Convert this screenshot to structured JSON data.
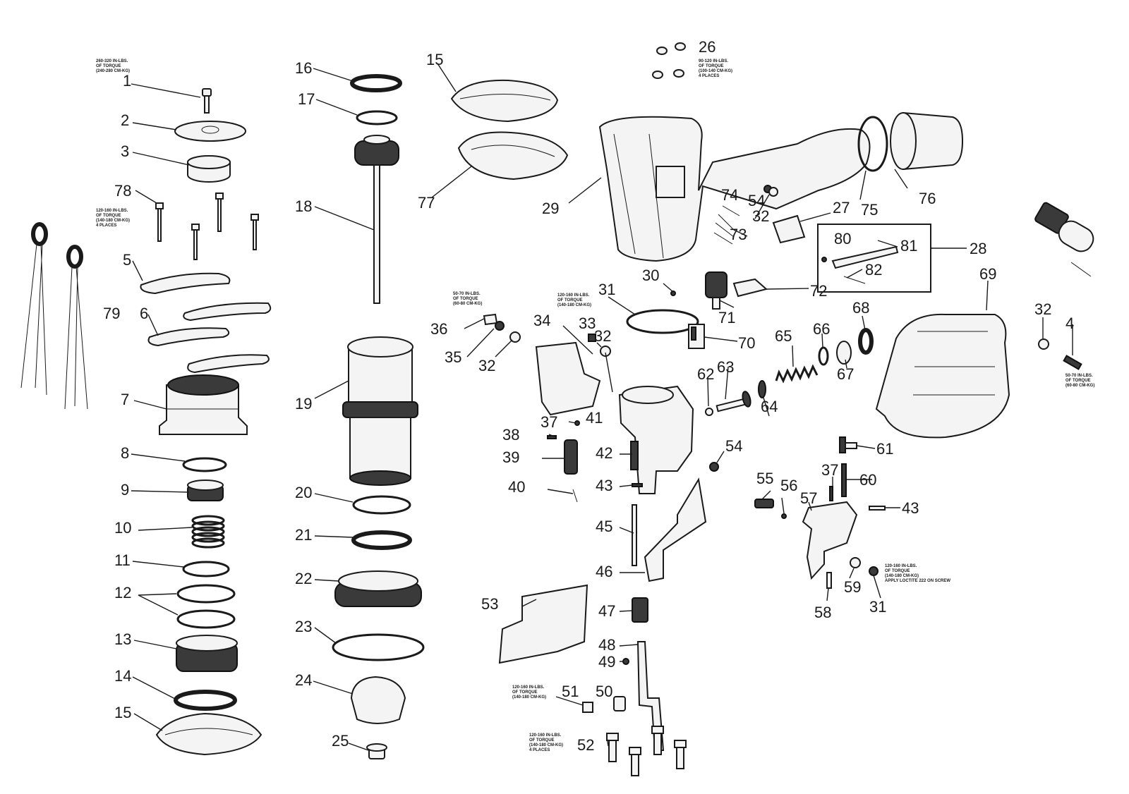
{
  "labels": {
    "p1": "1",
    "p2": "2",
    "p3": "3",
    "p4": "4",
    "p5": "5",
    "p6": "6",
    "p7": "7",
    "p8": "8",
    "p9": "9",
    "p10": "10",
    "p11": "11",
    "p12": "12",
    "p13": "13",
    "p14": "14",
    "p15a": "15",
    "p15b": "15",
    "p16": "16",
    "p17": "17",
    "p18": "18",
    "p19": "19",
    "p20": "20",
    "p21": "21",
    "p22": "22",
    "p23": "23",
    "p24": "24",
    "p25": "25",
    "p26": "26",
    "p27": "27",
    "p28": "28",
    "p29": "29",
    "p30": "30",
    "p31a": "31",
    "p31b": "31",
    "p32a": "32",
    "p32b": "32",
    "p32c": "32",
    "p32d": "32",
    "p33": "33",
    "p34": "34",
    "p35": "35",
    "p36": "36",
    "p37a": "37",
    "p37b": "37",
    "p38": "38",
    "p39": "39",
    "p40": "40",
    "p41": "41",
    "p42": "42",
    "p43a": "43",
    "p43b": "43",
    "p45": "45",
    "p46": "46",
    "p47": "47",
    "p48": "48",
    "p49": "49",
    "p50": "50",
    "p51": "51",
    "p52": "52",
    "p53": "53",
    "p54a": "54",
    "p54b": "54",
    "p55": "55",
    "p56": "56",
    "p57": "57",
    "p58": "58",
    "p59": "59",
    "p60": "60",
    "p61": "61",
    "p62": "62",
    "p63": "63",
    "p64": "64",
    "p65": "65",
    "p66": "66",
    "p67": "67",
    "p68": "68",
    "p69": "69",
    "p70": "70",
    "p71": "71",
    "p72": "72",
    "p73": "73",
    "p74": "74",
    "p75": "75",
    "p76": "76",
    "p77": "77",
    "p78": "78",
    "p79": "79",
    "p80": "80",
    "p81": "81",
    "p82": "82"
  },
  "torque_notes": {
    "n1": [
      "260-320 IN-LBS.",
      "OF TORQUE",
      "(240-280 CM-KG)"
    ],
    "n26": [
      "90-120 IN-LBS.",
      "OF TORQUE",
      "(100-140 CM-KG)",
      "4 PLACES"
    ],
    "n78": [
      "120-160 IN-LBS.",
      "OF TORQUE",
      "(140-180 CM-KG)",
      "4 PLACES"
    ],
    "n36": [
      "50-70 IN-LBS.",
      "OF TORQUE",
      "(60-80 CM-KG)"
    ],
    "n33": [
      "120-160 IN-LBS.",
      "OF TORQUE",
      "(140-180 CM-KG)"
    ],
    "n4": [
      "50-70 IN-LBS.",
      "OF TORQUE",
      "(60-80 CM-KG)"
    ],
    "n31": [
      "120-160 IN-LBS.",
      "OF TORQUE",
      "(140-180 CM-KG)",
      "APPLY LOCTITE 222 ON SCREW"
    ],
    "n51": [
      "120-160 IN-LBS.",
      "OF TORQUE",
      "(140-180 CM-KG)"
    ],
    "n52": [
      "120-160 IN-LBS.",
      "OF TORQUE",
      "(140-180 CM-KG)",
      "4 PLACES"
    ]
  }
}
